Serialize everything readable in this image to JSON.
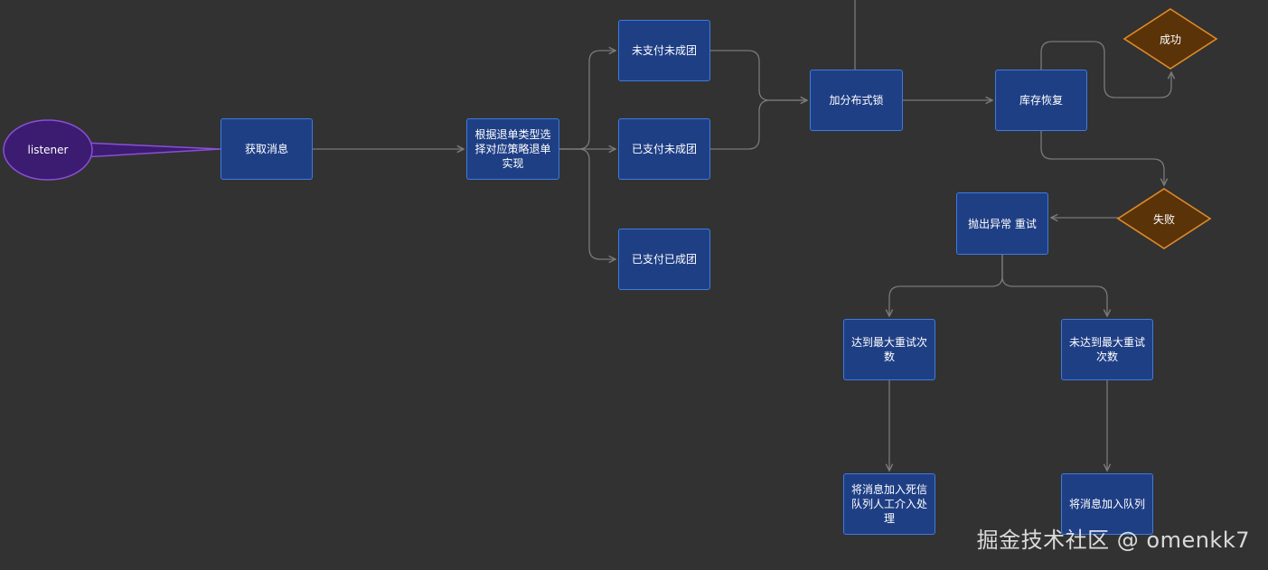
{
  "nodes": {
    "listener": "listener",
    "get_message": "获取消息",
    "select_strategy": "根据退单类型选\n择对应策略退单\n实现",
    "unpaid_not_grouped": "未支付未成团",
    "paid_not_grouped": "已支付未成团",
    "paid_grouped": "已支付已成团",
    "distributed_lock": "加分布式锁",
    "stock_restore": "库存恢复",
    "success": "成功",
    "failure": "失败",
    "throw_retry": "抛出异常 重试",
    "max_retries_reached": "达到最大重试次\n数",
    "max_retries_not_reached": "未达到最大重试\n次数",
    "dead_letter": "将消息加入死信\n队列人工介入处\n理",
    "requeue": "将消息加入队列"
  },
  "watermark": "掘金技术社区 @ omenkk7",
  "colors": {
    "background": "#323232",
    "process_fill": "#1f3f85",
    "process_border": "#3d7be0",
    "decision_fill": "#5a3309",
    "decision_border": "#e08a25",
    "start_fill": "#3c1c70",
    "start_border": "#8a4fd8",
    "connector": "#7a7a7a"
  }
}
